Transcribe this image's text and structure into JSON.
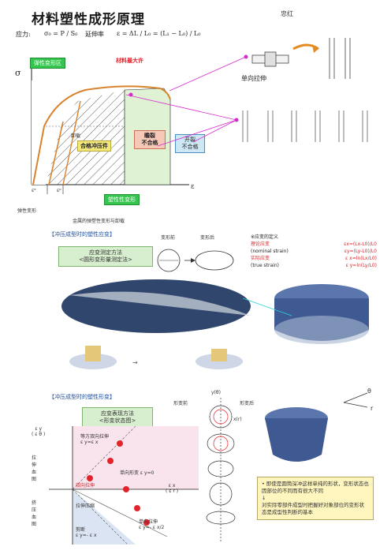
{
  "header": {
    "title": "材料塑性成形原理",
    "author": "忠红"
  },
  "formulas": {
    "stress_label": "应力:",
    "stress_eq": "σ₀ = P / S₀",
    "strain_label": "延伸率",
    "strain_eq": "ε = ΔL / L₀ = (L₁ − L₀) / L₀"
  },
  "stress_strain": {
    "elastic_tag": "弹性变形区",
    "max_tag": "材料最大许",
    "sigma_axis": "σ",
    "epsilon_axis": "ε",
    "unload_label": "卸载",
    "good_label": "合格冲压件",
    "neck_label": "瞻裂\n不合格",
    "crack_label": "开裂\n不合格",
    "plastic_tag": "塑性性变形",
    "elastic_bottom": "弹性变形",
    "e_label": "εᵉ",
    "p_label": "εᵖ",
    "caption": "金属的弹塑性变形与卸载",
    "tension_label": "单向拉伸",
    "colors": {
      "accent_orange": "#d9822b",
      "green": "#33c54d",
      "magenta": "#d62ad0"
    }
  },
  "panel1": {
    "title": "【冲压成型时的塑性应变】",
    "method": "应变测定方法\n<圆形变形量测定法>",
    "before": "变形前",
    "after": "变形后",
    "defs_title": "※应变的定义",
    "nominal_name": "理论应变",
    "nominal_sub": "(nominal strain)",
    "nominal_eq1": "εx=(Lx-L0)/L0",
    "nominal_eq2": "εy=(Ly-L0)/L0",
    "true_name": "实际应变",
    "true_sub": "(true strain)",
    "true_eq1": "ε x=ln(Lx/L0)",
    "true_eq2": "ε y=ln(Ly/L0)"
  },
  "panel2": {
    "title": "【冲压成型时的塑性形变】",
    "method": "应变表现方法\n<形变状态图>",
    "y_axis": "ε y\n( ε θ )",
    "x_axis": "ε x\n( ε r )",
    "tension_side": "拉伸血图",
    "compress_side": "挤压血图",
    "equi_biaxial": "等方双向拉伸\nε y=ε x",
    "plane_strain": "单向形变 ε y=0",
    "plane_biaxial": "双向拉伸",
    "shrink_flange": "拉伸压缩",
    "uniaxial": "单向拉伸\nε y=- ε x/2",
    "shear": "剪断\nε y=- ε x",
    "theta_label": "y(θ)",
    "r_label": "x(r)",
    "before_lbl": "形变前",
    "after_lbl": "形变后",
    "tip": "• 即使是圆筒深冲这样单纯的形状，变形状态也因部位的不同而有很大不同\n↓\n对实际零部件成型时把握好对象部位的变形状态是成型性判断的基本"
  }
}
